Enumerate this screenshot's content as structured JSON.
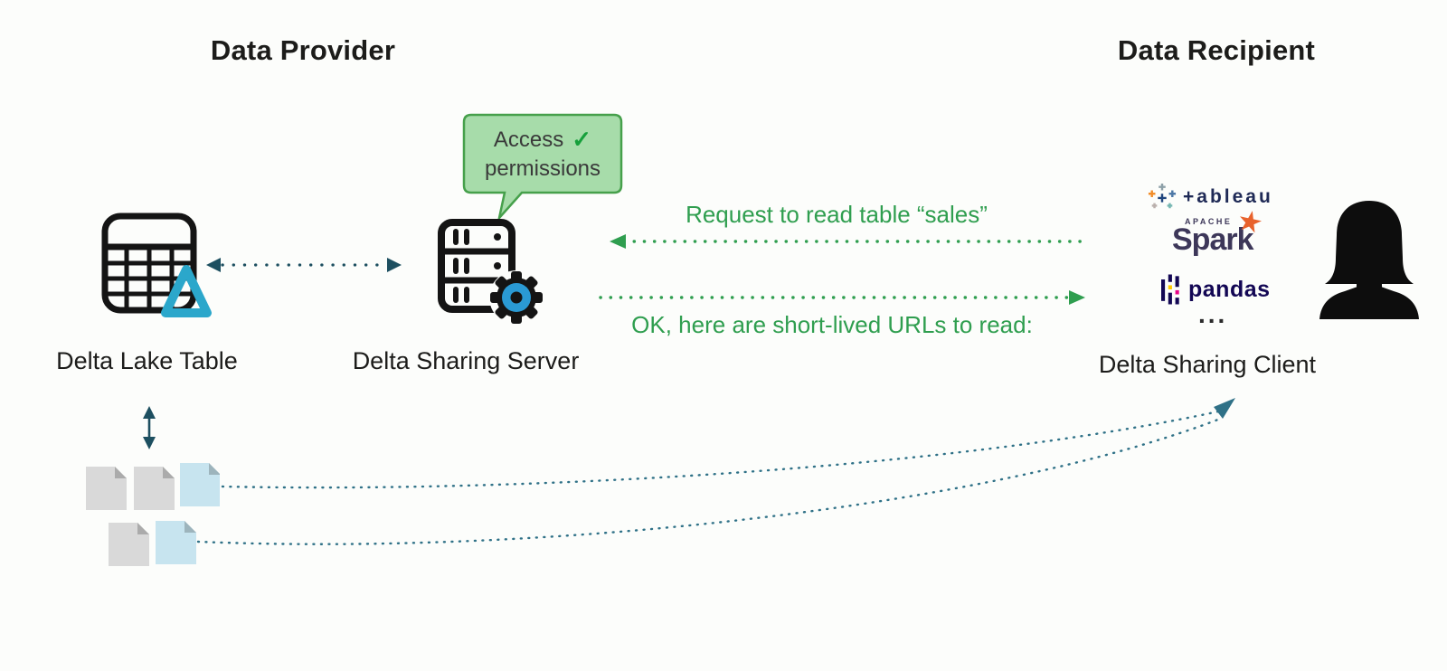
{
  "headers": {
    "provider": "Data Provider",
    "recipient": "Data Recipient"
  },
  "bubble": {
    "line1": "Access",
    "check": "✓",
    "line2": "permissions"
  },
  "nodes": {
    "table_label": "Delta Lake Table",
    "server_label": "Delta Sharing Server",
    "client_label": "Delta Sharing Client"
  },
  "messages": {
    "request": "Request to read table “sales”",
    "response": "OK, here are short-lived URLs to read:"
  },
  "client_stack": {
    "tableau_text": "+ableau",
    "spark_small_text": "APACHE",
    "spark_text": "Spark",
    "spark_star": "★",
    "pandas_text": "pandas",
    "ellipsis": "..."
  },
  "icons": {
    "table": "delta-lake-table-icon",
    "delta_logo": "delta-lake-logo",
    "server": "server-rack-icon",
    "gear": "gear-icon",
    "files": "parquet-file-icons",
    "person": "user-silhouette-icon",
    "tableau": "tableau-logo-icon",
    "pandas": "pandas-logo-icon"
  },
  "colors": {
    "background": "#fcfdfb",
    "ink": "#1c1c1a",
    "green": "#2f9e4f",
    "check_green": "#17a03c",
    "bubble_fill": "#a7dcaa",
    "bubble_border": "#46a04b",
    "teal": "#1d4f60",
    "curve_teal": "#2f7187",
    "tableau_navy": "#1f2a56",
    "spark_navy": "#3d3759",
    "spark_orange": "#e8622c",
    "pandas_navy": "#130754",
    "pandas_yellow": "#ffca00",
    "pandas_pink": "#e70488",
    "file_gray": "#d9d9d9",
    "file_gray_fold": "#ababab",
    "file_blue": "#c7e4ef",
    "file_blue_fold": "#9db4bc",
    "gear_blue": "#2a9ad4",
    "delta_blue": "#2ba7cb",
    "silhouette": "#0d0d0d"
  }
}
